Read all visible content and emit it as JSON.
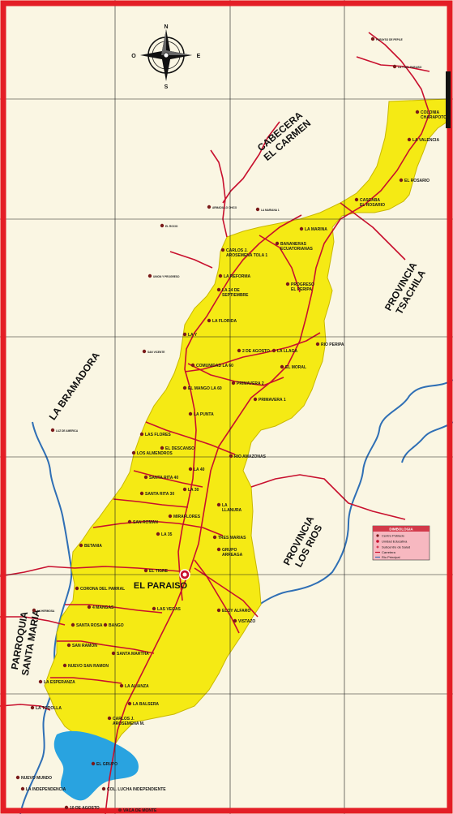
{
  "colors": {
    "parish_fill": "#f5ea14",
    "background": "#faf6e3",
    "border": "#e41e26",
    "road": "#c8102e",
    "river": "#2f6fb5",
    "lake": "#29a3e0",
    "grid": "#1a1a1a"
  },
  "compass": {
    "n": "N",
    "s": "S",
    "e": "E",
    "o": "O"
  },
  "regions": {
    "cabecera": [
      "CABECERA",
      "EL CARMEN"
    ],
    "tsachila": [
      "PROVINCIA",
      "TSACHILA"
    ],
    "bramadora": "LA BRAMADORA",
    "los_rios": [
      "PROVINCIA",
      "LOS RIOS"
    ],
    "santa_maria": [
      "PARROQUIA",
      "SANTA MARIA"
    ]
  },
  "main_town": "EL PARAISO",
  "places": [
    {
      "id": "colonia",
      "name": [
        "COLONIA",
        "CHARAPOTO"
      ]
    },
    {
      "id": "valencia",
      "name": [
        "LA VALENCIA"
      ]
    },
    {
      "id": "rosario",
      "name": [
        "EL ROSARIO"
      ]
    },
    {
      "id": "cascaba",
      "name": [
        "CASCABA",
        "EL ROSARIO"
      ]
    },
    {
      "id": "marina",
      "name": [
        "LA MARINA"
      ]
    },
    {
      "id": "bananeras",
      "name": [
        "BANANERAS",
        "ECUATORIANAS"
      ]
    },
    {
      "id": "carlos1",
      "name": [
        "CARLOS J.",
        "AROSEMENA TOLA 1"
      ]
    },
    {
      "id": "reforma",
      "name": [
        "LA REFORMA"
      ]
    },
    {
      "id": "sept24",
      "name": [
        "LA 24 DE",
        "SEPTIEMBRE"
      ]
    },
    {
      "id": "progreso",
      "name": [
        "PROGRESO",
        "EL PERIPA"
      ]
    },
    {
      "id": "florida",
      "name": [
        "LA FLORIDA"
      ]
    },
    {
      "id": "lay",
      "name": [
        "LA Y"
      ]
    },
    {
      "id": "ago2",
      "name": [
        "2 DE AGOSTO"
      ]
    },
    {
      "id": "llaga",
      "name": [
        "LA LLAGA"
      ]
    },
    {
      "id": "rioperipa",
      "name": [
        "RIO PERIPA"
      ]
    },
    {
      "id": "moral",
      "name": [
        "EL MORAL"
      ]
    },
    {
      "id": "com60",
      "name": [
        "COMUNIDAD LA 60"
      ]
    },
    {
      "id": "prim2",
      "name": [
        "PRIMAVERA 2"
      ]
    },
    {
      "id": "mango",
      "name": [
        "EL MANGO LA 60"
      ]
    },
    {
      "id": "prim1",
      "name": [
        "PRIMAVERA 1"
      ]
    },
    {
      "id": "punta",
      "name": [
        "LA PUNTA"
      ]
    },
    {
      "id": "flores",
      "name": [
        "LAS FLORES"
      ]
    },
    {
      "id": "descanso",
      "name": [
        "EL DESCANSO"
      ]
    },
    {
      "id": "almendros",
      "name": [
        "LOS ALMENDROS"
      ]
    },
    {
      "id": "rioamazonas",
      "name": [
        "RIO AMAZONAS"
      ]
    },
    {
      "id": "la40",
      "name": [
        "LA 40"
      ]
    },
    {
      "id": "sr40",
      "name": [
        "SANTA RITA 40"
      ]
    },
    {
      "id": "sr30",
      "name": [
        "SANTA RITA 30"
      ]
    },
    {
      "id": "la30",
      "name": [
        "LA 30"
      ]
    },
    {
      "id": "llanura",
      "name": [
        "LA",
        "LLANURA"
      ]
    },
    {
      "id": "miraflores",
      "name": [
        "MIRAFLORES"
      ]
    },
    {
      "id": "sanroman",
      "name": [
        "SAN ROMAN"
      ]
    },
    {
      "id": "la35",
      "name": [
        "LA 35"
      ]
    },
    {
      "id": "tresmarias",
      "name": [
        "TRES MARIAS"
      ]
    },
    {
      "id": "grupo",
      "name": [
        "GRUPO",
        "ARREAGA"
      ]
    },
    {
      "id": "betania",
      "name": [
        "BETANIA"
      ]
    },
    {
      "id": "tigre",
      "name": [
        "EL TIGRE"
      ]
    },
    {
      "id": "corona",
      "name": [
        "CORONA DEL PARRAL"
      ]
    },
    {
      "id": "mangas",
      "name": [
        "4 MANGAS"
      ]
    },
    {
      "id": "vegas",
      "name": [
        "LAS VEGAS"
      ]
    },
    {
      "id": "eloy",
      "name": [
        "ELOY ALFARO"
      ]
    },
    {
      "id": "vistazo",
      "name": [
        "VISTAZO"
      ]
    },
    {
      "id": "santarosa",
      "name": [
        "SANTA ROSA"
      ]
    },
    {
      "id": "bango",
      "name": [
        "BANGO"
      ]
    },
    {
      "id": "sanramon",
      "name": [
        "SAN RAMON"
      ]
    },
    {
      "id": "santamartha",
      "name": [
        "SANTA MARTHA"
      ]
    },
    {
      "id": "nuevosr",
      "name": [
        "NUEVO SAN RAMON"
      ]
    },
    {
      "id": "esperanza",
      "name": [
        "LA ESPERANZA"
      ]
    },
    {
      "id": "alianza",
      "name": [
        "LA ALIANZA"
      ]
    },
    {
      "id": "todolla",
      "name": [
        "LA TODOLLA"
      ]
    },
    {
      "id": "balsera",
      "name": [
        "LA BALSERA"
      ]
    },
    {
      "id": "carlosm",
      "name": [
        "CARLOS J.",
        "AROSEMENA M."
      ]
    },
    {
      "id": "grupo2",
      "name": [
        "EL GRUPO"
      ]
    },
    {
      "id": "independiente",
      "name": [
        "COL. LUCHA INDEPENDIENTE"
      ]
    },
    {
      "id": "agosto10",
      "name": [
        "10 DE AGOSTO"
      ]
    },
    {
      "id": "nuevomundo",
      "name": [
        "NUEVO MUNDO"
      ]
    },
    {
      "id": "independencia",
      "name": [
        "LA INDEPENDENCIA"
      ]
    },
    {
      "id": "vacamonte",
      "name": [
        "VACA DE MONTE"
      ]
    }
  ],
  "outside": [
    {
      "id": "rocio",
      "name": "EL ROCIO"
    },
    {
      "id": "union",
      "name": "UNION Y PROGRESO"
    },
    {
      "id": "sanvicente",
      "name": "SAN VICENTE"
    },
    {
      "id": "luzamerica",
      "name": "LUZ DE AMERICA"
    },
    {
      "id": "armadillo",
      "name": "ARMADILLO CHICO"
    },
    {
      "id": "mariana",
      "name": "LA MARIANA 1"
    },
    {
      "id": "parayso",
      "name": "PARAYSO DE PEPILE"
    },
    {
      "id": "yparaiso",
      "name": "LA Y DEL PARAISO"
    },
    {
      "id": "hermosa",
      "name": "LA HERMOSA"
    }
  ],
  "legend": {
    "title": "DIMBOLOGIA",
    "items": [
      {
        "label": "Centro Poblado"
      },
      {
        "label": "Unidad Educativa"
      },
      {
        "label": "Subcentro de Salud"
      },
      {
        "label": "Carretera"
      },
      {
        "label": "Rio Principal"
      }
    ]
  }
}
